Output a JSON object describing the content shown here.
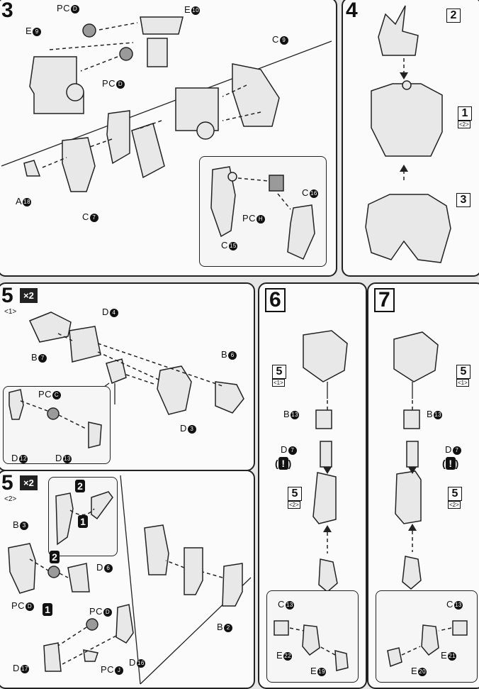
{
  "steps": {
    "s3": {
      "number": "3",
      "labels": {
        "pcd1": "PC",
        "pcd1c": "D",
        "e10": "E",
        "e10c": "10",
        "e9": "E",
        "e9c": "9",
        "pcd2": "PC",
        "pcd2c": "D",
        "c9": "C",
        "c9c": "9",
        "a18": "A",
        "a18c": "18",
        "c7": "C",
        "c7c": "7",
        "c16": "C",
        "c16c": "16",
        "pch": "PC",
        "pchc": "H",
        "c15": "C",
        "c15c": "15"
      }
    },
    "s4": {
      "number": "4",
      "ref_2": "2",
      "ref_1": "1",
      "ref_1_sub": "<2>",
      "ref_3": "3"
    },
    "s5a": {
      "number": "5",
      "multiplier": "×2",
      "sub": "<1>",
      "labels": {
        "d4": "D",
        "d4c": "4",
        "b7": "B",
        "b7c": "7",
        "b6": "B",
        "b6c": "6",
        "pcc": "PC",
        "pccc": "C",
        "d3": "D",
        "d3c": "3",
        "d12": "D",
        "d12c": "12",
        "d13": "D",
        "d13c": "13"
      }
    },
    "s5b": {
      "number": "5",
      "multiplier": "×2",
      "sub": "<2>",
      "labels": {
        "b3": "B",
        "b3c": "3",
        "d6": "D",
        "d6c": "6",
        "pcd": "PC",
        "pcdc": "D",
        "pcd2": "PC",
        "pcd2c": "D",
        "b2": "B",
        "b2c": "2",
        "pcj": "PC",
        "pcjc": "J",
        "d17": "D",
        "d17c": "17",
        "d16": "D",
        "d16c": "16"
      }
    },
    "s6": {
      "number": "6",
      "ref_5a": "5",
      "ref_5a_sub": "<1>",
      "b13": "B",
      "b13c": "13",
      "d7": "D",
      "d7c": "7",
      "ref_5b": "5",
      "ref_5b_sub": "<2>",
      "c13": "C",
      "c13c": "13",
      "e22": "E",
      "e22c": "22",
      "e19": "E",
      "e19c": "19"
    },
    "s7": {
      "number": "7",
      "ref_5a": "5",
      "ref_5a_sub": "<1>",
      "b13": "B",
      "b13c": "13",
      "d7": "D",
      "d7c": "7",
      "ref_5b": "5",
      "ref_5b_sub": "<2>",
      "c13": "C",
      "c13c": "13",
      "e21": "E",
      "e21c": "21",
      "e20": "E",
      "e20c": "20"
    }
  },
  "warning_mark": "!",
  "order_marks": {
    "one": "1",
    "two": "2"
  }
}
